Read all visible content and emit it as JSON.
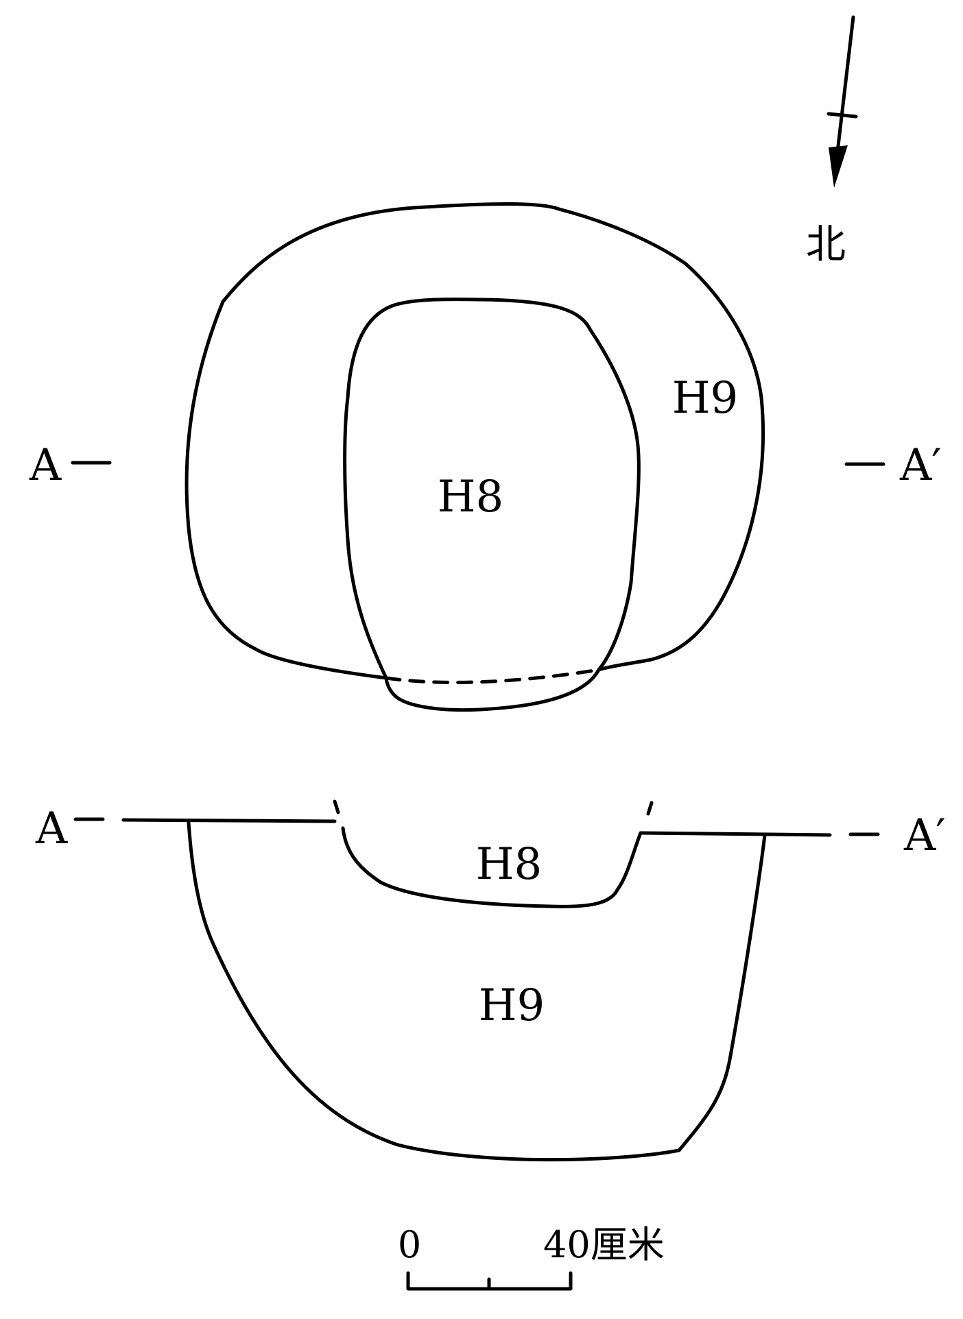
{
  "north_arrow": {
    "label": "北"
  },
  "plan_view": {
    "section_start": "A",
    "section_end": "A′",
    "pits": [
      {
        "id": "outer",
        "label": "H9"
      },
      {
        "id": "inner",
        "label": "H8"
      }
    ]
  },
  "section_view": {
    "section_start": "A",
    "section_end": "A′",
    "upper_label": "H8",
    "lower_label": "H9"
  },
  "scale_bar": {
    "start_label": "0",
    "end_label": "40厘米"
  }
}
